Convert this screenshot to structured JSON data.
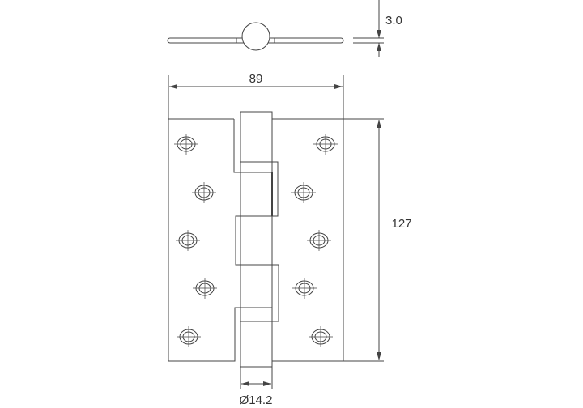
{
  "drawing": {
    "dimensions": {
      "thickness": "3.0",
      "width": "89",
      "height": "127",
      "knuckle_diameter": "Ø14.2"
    },
    "line_color": "#444444",
    "holes_per_leaf": 5
  }
}
